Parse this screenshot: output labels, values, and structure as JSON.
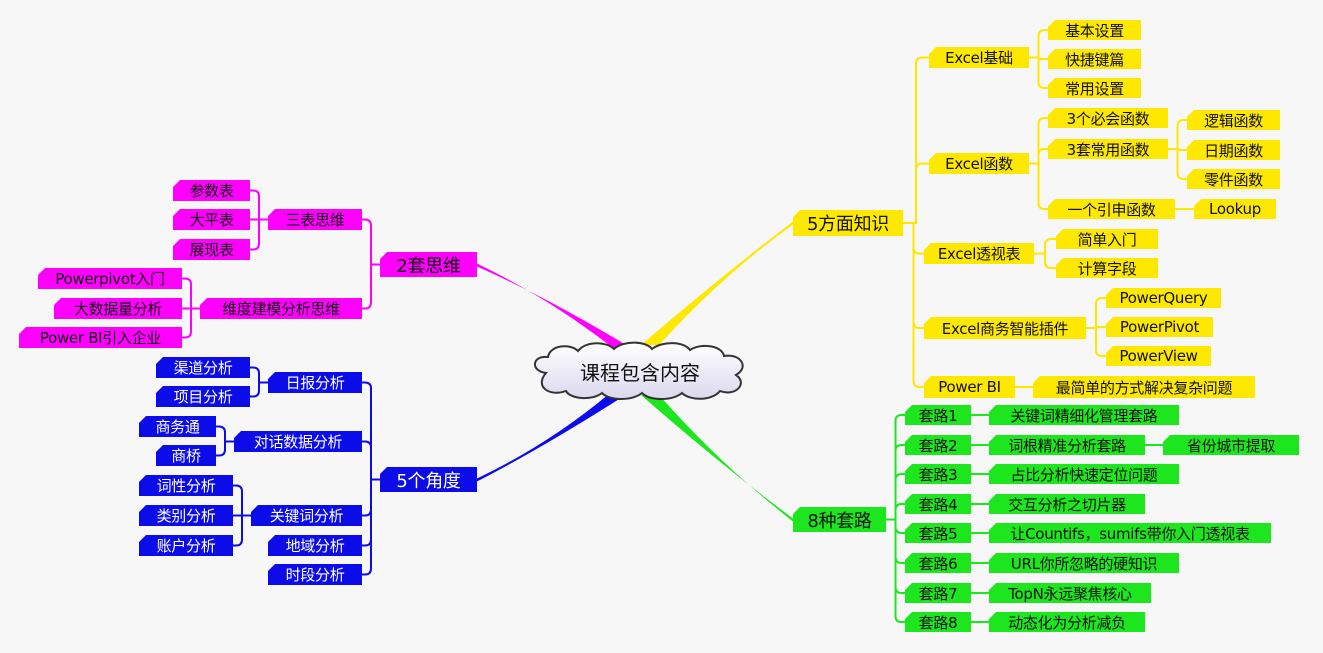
{
  "center": "课程包含内容",
  "colors": {
    "yellow": "#ffe800",
    "green": "#1ee61e",
    "magenta": "#ff00ff",
    "blue": "#0c0ce8"
  },
  "branches": [
    {
      "label": "5方面知识",
      "color": "yellow",
      "text_color": "#111111",
      "children": [
        {
          "label": "Excel基础",
          "children": [
            {
              "label": "基本设置"
            },
            {
              "label": "快捷键篇"
            },
            {
              "label": "常用设置"
            }
          ]
        },
        {
          "label": "Excel函数",
          "children": [
            {
              "label": "3个必会函数"
            },
            {
              "label": "3套常用函数",
              "children": [
                {
                  "label": "逻辑函数"
                },
                {
                  "label": "日期函数"
                },
                {
                  "label": "零件函数"
                }
              ]
            },
            {
              "label": "一个引申函数",
              "children": [
                {
                  "label": "Lookup"
                }
              ]
            }
          ]
        },
        {
          "label": "Excel透视表",
          "children": [
            {
              "label": "简单入门"
            },
            {
              "label": "计算字段"
            }
          ]
        },
        {
          "label": "Excel商务智能插件",
          "children": [
            {
              "label": "PowerQuery"
            },
            {
              "label": "PowerPivot"
            },
            {
              "label": "PowerView"
            }
          ]
        },
        {
          "label": "Power BI",
          "children": [
            {
              "label": "最简单的方式解决复杂问题"
            }
          ]
        }
      ]
    },
    {
      "label": "8种套路",
      "color": "green",
      "text_color": "#111111",
      "children": [
        {
          "label": "套路1",
          "children": [
            {
              "label": "关键词精细化管理套路"
            }
          ]
        },
        {
          "label": "套路2",
          "children": [
            {
              "label": "词根精准分析套路",
              "children": [
                {
                  "label": "省份城市提取"
                }
              ]
            }
          ]
        },
        {
          "label": "套路3",
          "children": [
            {
              "label": "占比分析快速定位问题"
            }
          ]
        },
        {
          "label": "套路4",
          "children": [
            {
              "label": "交互分析之切片器"
            }
          ]
        },
        {
          "label": "套路5",
          "children": [
            {
              "label": "让Countifs，sumifs带你入门透视表"
            }
          ]
        },
        {
          "label": "套路6",
          "children": [
            {
              "label": "URL你所忽略的硬知识"
            }
          ]
        },
        {
          "label": "套路7",
          "children": [
            {
              "label": "TopN永远聚焦核心"
            }
          ]
        },
        {
          "label": "套路8",
          "children": [
            {
              "label": "动态化为分析减负"
            }
          ]
        }
      ]
    },
    {
      "label": "2套思维",
      "color": "magenta",
      "text_color": "#111111",
      "children": [
        {
          "label": "三表思维",
          "children": [
            {
              "label": "参数表"
            },
            {
              "label": "大平表"
            },
            {
              "label": "展现表"
            }
          ]
        },
        {
          "label": "维度建模分析思维",
          "children": [
            {
              "label": "Powerpivot入门"
            },
            {
              "label": "大数据量分析"
            },
            {
              "label": "Power BI引入企业"
            }
          ]
        }
      ]
    },
    {
      "label": "5个角度",
      "color": "blue",
      "text_color": "#ffffff",
      "children": [
        {
          "label": "日报分析",
          "children": [
            {
              "label": "渠道分析"
            },
            {
              "label": "项目分析"
            }
          ]
        },
        {
          "label": "对话数据分析",
          "children": [
            {
              "label": "商务通"
            },
            {
              "label": "商桥"
            }
          ]
        },
        {
          "label": "关键词分析",
          "children": [
            {
              "label": "词性分析"
            },
            {
              "label": "类别分析"
            },
            {
              "label": "账户分析"
            }
          ]
        },
        {
          "label": "地域分析"
        },
        {
          "label": "时段分析"
        }
      ]
    }
  ]
}
